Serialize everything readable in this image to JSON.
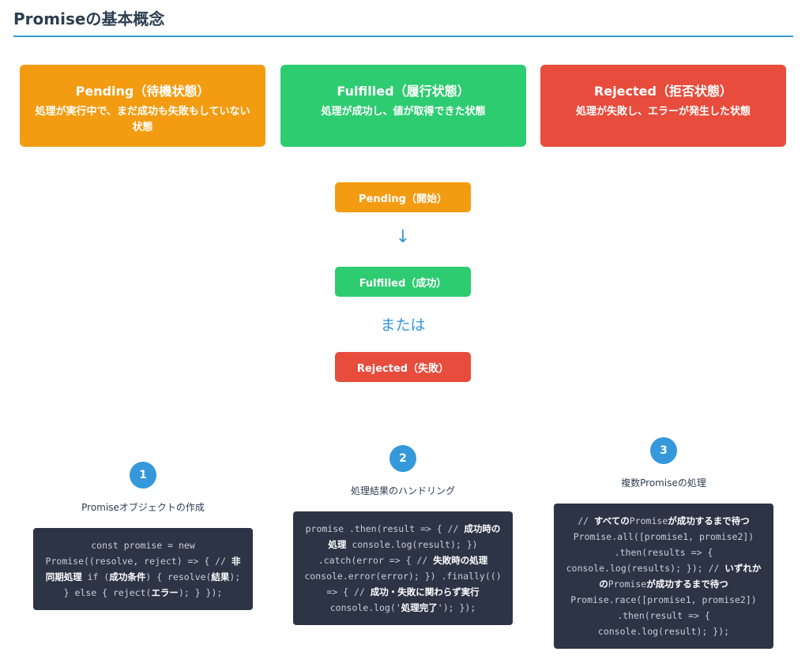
{
  "title": "Promiseの基本概念",
  "states": [
    {
      "name": "Pending（待機状態）",
      "desc": "処理が実行中で、まだ成功も失敗もしていない状態",
      "color": "#f39c12"
    },
    {
      "name": "Fulfilled（履行状態）",
      "desc": "処理が成功し、値が取得できた状態",
      "color": "#2ecc71"
    },
    {
      "name": "Rejected（拒否状態）",
      "desc": "処理が失敗し、エラーが発生した状態",
      "color": "#e74c3c"
    }
  ],
  "flow": {
    "pending": "Pending（開始）",
    "arrow": "↓",
    "fulfilled": "Fulfilled（成功）",
    "or": "または",
    "rejected": "Rejected（失敗）"
  },
  "steps": [
    {
      "num": "1",
      "title": "Promiseオブジェクトの作成",
      "code": [
        "const promise = new Promise((resolve, reject) => { // ",
        "非同期処理",
        " if (",
        "成功条件",
        ") { resolve(",
        "結果",
        "); } else { reject(",
        "エラー",
        "); } });"
      ]
    },
    {
      "num": "2",
      "title": "処理結果のハンドリング",
      "code": [
        "promise .then(result => { // ",
        "成功時の処理",
        " console.log(result); }) .catch(error => { // ",
        "失敗時の処理",
        " console.error(error); }) .finally(() => { // ",
        "成功・失敗に関わらず実行",
        " console.log('",
        "処理完了",
        "'); });"
      ]
    },
    {
      "num": "3",
      "title": "複数Promiseの処理",
      "code": [
        "// ",
        "すべての",
        "Promise",
        "が成功するまで待つ",
        " Promise.all([promise1, promise2]) .then(results => { console.log(results); }); // ",
        "いずれかの",
        "Promise",
        "が成功するまで待つ",
        " Promise.race([promise1, promise2]) .then(result => { console.log(result); });"
      ]
    }
  ]
}
